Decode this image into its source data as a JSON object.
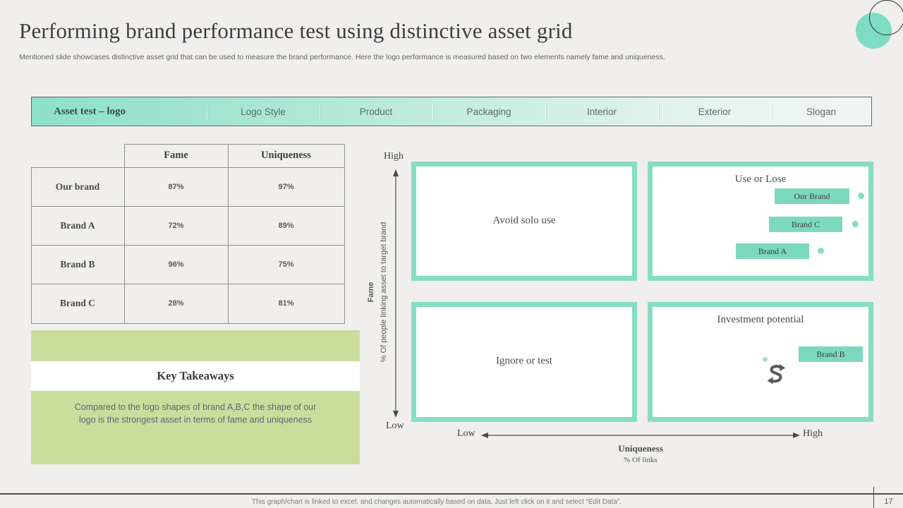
{
  "slide": {
    "title": "Performing brand performance test using distinctive asset grid",
    "subtitle": "Mentioned slide showcases distinctive asset grid that can be used to measure the brand performance. Here the logo performance is measured based on two elements namely fame and uniqueness.",
    "footer_note": "This graph/chart is linked to excel,  and changes automatically based on data. Just left click on it and select “Edit Data”.",
    "page_number": "17"
  },
  "colors": {
    "accent_teal": "#7edcc4",
    "quad_border_teal": "#86ddc4",
    "chip_teal": "#7cd8bf",
    "takeaway_green": "#c9dd9c",
    "background": "#f0efed",
    "dark_text": "#3e3e3e"
  },
  "tabs": {
    "items": [
      {
        "label": "Asset test – logo",
        "active": true
      },
      {
        "label": "Logo Style"
      },
      {
        "label": "Product"
      },
      {
        "label": "Packaging"
      },
      {
        "label": "Interior"
      },
      {
        "label": "Exterior"
      },
      {
        "label": "Slogan"
      }
    ]
  },
  "table": {
    "headers": {
      "fame": "Fame",
      "uniqueness": "Uniqueness"
    },
    "rows": [
      {
        "name": "Our brand",
        "fame": "87%",
        "uniqueness": "97%"
      },
      {
        "name": "Brand A",
        "fame": "72%",
        "uniqueness": "89%"
      },
      {
        "name": "Brand B",
        "fame": "96%",
        "uniqueness": "75%"
      },
      {
        "name": "Brand C",
        "fame": "28%",
        "uniqueness": "81%"
      }
    ]
  },
  "takeaways": {
    "title": "Key Takeaways",
    "body": "Compared to the logo shapes of brand A,B,C the shape of our logo is the strongest asset in terms of fame and uniqueness"
  },
  "quadrant_chart": {
    "y_axis": {
      "high": "High",
      "low": "Low",
      "title": "Fame",
      "subtitle": "% Of people linking asset to target brand"
    },
    "x_axis": {
      "low": "Low",
      "high": "High",
      "title": "Uniqueness",
      "subtitle": "% Of links"
    },
    "quadrants": {
      "top_left": "Avoid solo use",
      "top_right": "Use or Lose",
      "bottom_left": "Ignore or test",
      "bottom_right": "Investment potential"
    },
    "points": {
      "our_brand": "Our Brand",
      "brand_c": "Brand C",
      "brand_a": "Brand A",
      "brand_b": "Brand B"
    }
  },
  "chart_data": {
    "type": "scatter",
    "title": "Distinctive asset grid – logo performance",
    "xlabel": "Uniqueness (% Of links)",
    "ylabel": "Fame (% Of people linking asset to target brand)",
    "x_range": [
      "Low",
      "High"
    ],
    "y_range": [
      "Low",
      "High"
    ],
    "quadrant_labels": {
      "high_fame_low_uniqueness": "Avoid solo use",
      "high_fame_high_uniqueness": "Use or Lose",
      "low_fame_low_uniqueness": "Ignore or test",
      "low_fame_high_uniqueness": "Investment potential"
    },
    "series": [
      {
        "name": "Our brand",
        "fame_pct": 87,
        "uniqueness_pct": 97,
        "quadrant": "Use or Lose"
      },
      {
        "name": "Brand A",
        "fame_pct": 72,
        "uniqueness_pct": 89,
        "quadrant": "Use or Lose"
      },
      {
        "name": "Brand B",
        "fame_pct": 96,
        "uniqueness_pct": 75,
        "quadrant": "Investment potential"
      },
      {
        "name": "Brand C",
        "fame_pct": 28,
        "uniqueness_pct": 81,
        "quadrant": "Use or Lose"
      }
    ]
  }
}
